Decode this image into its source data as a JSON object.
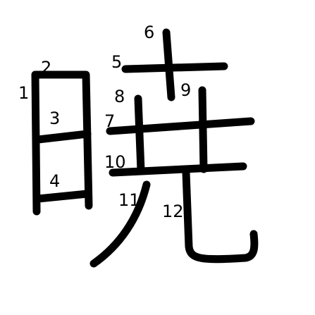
{
  "diagram": {
    "character": "暁",
    "stroke_color": "#000000",
    "background": "#ffffff",
    "strokes": [
      {
        "order": 1,
        "label": "1"
      },
      {
        "order": 2,
        "label": "2"
      },
      {
        "order": 3,
        "label": "3"
      },
      {
        "order": 4,
        "label": "4"
      },
      {
        "order": 5,
        "label": "5"
      },
      {
        "order": 6,
        "label": "6"
      },
      {
        "order": 7,
        "label": "7"
      },
      {
        "order": 8,
        "label": "8"
      },
      {
        "order": 9,
        "label": "9"
      },
      {
        "order": 10,
        "label": "10"
      },
      {
        "order": 11,
        "label": "11"
      },
      {
        "order": 12,
        "label": "12"
      }
    ]
  }
}
